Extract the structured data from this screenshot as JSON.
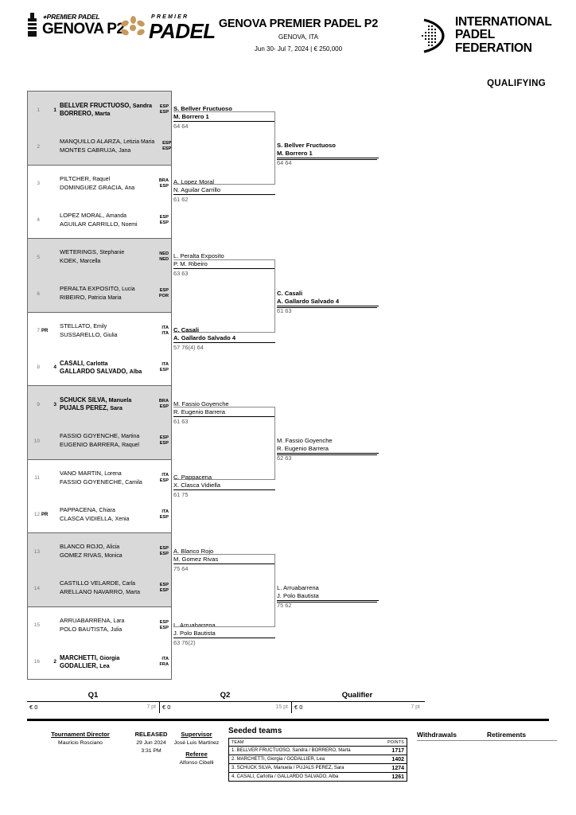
{
  "header": {
    "genova_logo_small": "PREMIER PADEL",
    "genova_logo_big": "GENOVA P2",
    "premier_word": "PREMIER",
    "padel_word": "PADEL",
    "event_title": "GENOVA PREMIER PADEL P2",
    "event_city": "GENOVA, ITA",
    "event_dates": "Jun 30- Jul 7, 2024  |  € 250,000",
    "ipf_line1": "INTERNATIONAL",
    "ipf_line2": "PADEL",
    "ipf_line3": "FEDERATION",
    "qualifying_label": "QUALIFYING"
  },
  "q1_entries": [
    {
      "no": "1",
      "pr": "",
      "seed": "1",
      "p1_last": "BELLVER FRUCTUOSO,",
      "p1_first": "Sandra",
      "p2_last": "BORRERO,",
      "p2_first": "Marta",
      "c1": "ESP",
      "c2": "ESP",
      "bold": true
    },
    {
      "no": "2",
      "pr": "",
      "seed": "",
      "p1_last": "MANQUILLO ALARZA,",
      "p1_first": "Letizia Maria",
      "p2_last": "MONTES CABRUJA,",
      "p2_first": "Jana",
      "c1": "ESP",
      "c2": "ESP",
      "bold": false
    },
    {
      "no": "3",
      "pr": "",
      "seed": "",
      "p1_last": "PILTCHER,",
      "p1_first": "Raquel",
      "p2_last": "DOMINGUEZ GRACIA,",
      "p2_first": "Ana",
      "c1": "BRA",
      "c2": "ESP",
      "bold": false
    },
    {
      "no": "4",
      "pr": "",
      "seed": "",
      "p1_last": "LOPEZ MORAL,",
      "p1_first": "Amanda",
      "p2_last": "AGUILAR CARRILLO,",
      "p2_first": "Noemi",
      "c1": "ESP",
      "c2": "ESP",
      "bold": false
    },
    {
      "no": "5",
      "pr": "",
      "seed": "",
      "p1_last": "WETERINGS,",
      "p1_first": "Stephanie",
      "p2_last": "KOEK,",
      "p2_first": "Marcella",
      "c1": "NED",
      "c2": "NED",
      "bold": false
    },
    {
      "no": "6",
      "pr": "",
      "seed": "",
      "p1_last": "PERALTA EXPOSITO,",
      "p1_first": "Lucia",
      "p2_last": "RIBEIRO,",
      "p2_first": "Patricia Maria",
      "c1": "ESP",
      "c2": "POR",
      "bold": false
    },
    {
      "no": "7",
      "pr": "PR",
      "seed": "",
      "p1_last": "STELLATO,",
      "p1_first": "Emily",
      "p2_last": "SUSSARELLO,",
      "p2_first": "Giulia",
      "c1": "ITA",
      "c2": "ITA",
      "bold": false
    },
    {
      "no": "8",
      "pr": "",
      "seed": "4",
      "p1_last": "CASALI,",
      "p1_first": "Carlotta",
      "p2_last": "GALLARDO SALVADO,",
      "p2_first": "Alba",
      "c1": "ITA",
      "c2": "ESP",
      "bold": true
    },
    {
      "no": "9",
      "pr": "",
      "seed": "3",
      "p1_last": "SCHUCK SILVA,",
      "p1_first": "Manuela",
      "p2_last": "PUJALS PEREZ,",
      "p2_first": "Sara",
      "c1": "BRA",
      "c2": "ESP",
      "bold": true
    },
    {
      "no": "10",
      "pr": "",
      "seed": "",
      "p1_last": "FASSIO GOYENCHE,",
      "p1_first": "Martina",
      "p2_last": "EUGENIO BARRERA,",
      "p2_first": "Raquel",
      "c1": "ESP",
      "c2": "ESP",
      "bold": false
    },
    {
      "no": "11",
      "pr": "",
      "seed": "",
      "p1_last": "VANO MARTIN,",
      "p1_first": "Lorena",
      "p2_last": "FASSIO GOYENECHE,",
      "p2_first": "Camila",
      "c1": "ITA",
      "c2": "ESP",
      "bold": false
    },
    {
      "no": "12",
      "pr": "PR",
      "seed": "",
      "p1_last": "PAPPACENA,",
      "p1_first": "Chiara",
      "p2_last": "CLASCA VIDIELLA,",
      "p2_first": "Xenia",
      "c1": "ITA",
      "c2": "ESP",
      "bold": false
    },
    {
      "no": "13",
      "pr": "",
      "seed": "",
      "p1_last": "BLANCO ROJO,",
      "p1_first": "Alicia",
      "p2_last": "GOMEZ RIVAS,",
      "p2_first": "Monica",
      "c1": "ESP",
      "c2": "ESP",
      "bold": false
    },
    {
      "no": "14",
      "pr": "",
      "seed": "",
      "p1_last": "CASTILLO VELARDE,",
      "p1_first": "Carla",
      "p2_last": "ARELLANO NAVARRO,",
      "p2_first": "Marta",
      "c1": "ESP",
      "c2": "ESP",
      "bold": false
    },
    {
      "no": "15",
      "pr": "",
      "seed": "",
      "p1_last": "ARRUABARRENA,",
      "p1_first": "Lara",
      "p2_last": "POLO BAUTISTA,",
      "p2_first": "Julia",
      "c1": "ESP",
      "c2": "ESP",
      "bold": false
    },
    {
      "no": "16",
      "pr": "",
      "seed": "2",
      "p1_last": "MARCHETTI,",
      "p1_first": "Giorgia",
      "p2_last": "GODALLIER,",
      "p2_first": "Lea",
      "c1": "ITA",
      "c2": "FRA",
      "bold": true
    }
  ],
  "q2_results": [
    {
      "line1": "S. Bellver Fructuoso",
      "line2": "M. Borrero  1",
      "score": "64 64",
      "bold": true
    },
    {
      "line1": "A. Lopez Moral",
      "line2": "N. Aguilar Carrillo",
      "score": "61 62",
      "bold": false
    },
    {
      "line1": "L. Peralta Exposito",
      "line2": "P. M. Ribeiro",
      "score": "63 63",
      "bold": false
    },
    {
      "line1": "C. Casali",
      "line2": "A. Gallardo Salvado  4",
      "score": "57 76(4) 64",
      "bold": true
    },
    {
      "line1": "M. Fassio Goyenche",
      "line2": "R. Eugenio Barrera",
      "score": "61 63",
      "bold": false
    },
    {
      "line1": "C. Pappacena",
      "line2": "X. Clasca Vidiella",
      "score": "61 75",
      "bold": false
    },
    {
      "line1": "A. Blanco Rojo",
      "line2": "M. Gomez Rivas",
      "score": "75 64",
      "bold": false
    },
    {
      "line1": "L. Arruabarrena",
      "line2": "J. Polo Bautista",
      "score": "63 76(2)",
      "bold": false
    }
  ],
  "qualifier_results": [
    {
      "line1": "S. Bellver Fructuoso",
      "line2": "M. Borrero  1",
      "score": "64 64",
      "bold": true
    },
    {
      "line1": "C. Casali",
      "line2": "A. Gallardo Salvado  4",
      "score": "61 63",
      "bold": true
    },
    {
      "line1": "M. Fassio Goyenche",
      "line2": "R. Eugenio Barrera",
      "score": "62 63",
      "bold": false
    },
    {
      "line1": "L. Arruabarrena",
      "line2": "J. Polo Bautista",
      "score": "75 62",
      "bold": false
    }
  ],
  "points_table": {
    "columns": [
      {
        "header": "Q1",
        "money": "€ 0",
        "points": "7 pt"
      },
      {
        "header": "Q2",
        "money": "€ 0",
        "points": "15 pt"
      },
      {
        "header": "Qualifier",
        "money": "€ 0",
        "points": "7 pt"
      }
    ]
  },
  "footer": {
    "tournament_director_label": "Tournament Director",
    "tournament_director_name": "Mauricio Rosciano",
    "released_label": "RELEASED",
    "released_date": "29 Jun 2024",
    "released_time": "3:31 PM",
    "supervisor_label": "Supervisor",
    "supervisor_name": "José Luis Martinez",
    "referee_label": "Referee",
    "referee_name": "Alfonso Cibelli",
    "withdrawals_label": "Withdrawals",
    "retirements_label": "Retirements"
  },
  "seeded": {
    "title": "Seeded teams",
    "col_team": "TEAM",
    "col_points": "POINTS",
    "rows": [
      {
        "rank": "1.",
        "team": "BELLVER FRUCTUOSO, Sandra / BORRERO, Marta",
        "points": "1717"
      },
      {
        "rank": "2.",
        "team": "MARCHETTI, Giorgia / GODALLIER, Lea",
        "points": "1402"
      },
      {
        "rank": "3.",
        "team": "SCHUCK SILVA, Manuela / PUJALS PEREZ, Sara",
        "points": "1274"
      },
      {
        "rank": "4.",
        "team": "CASALI, Carlotta / GALLARDO SALVADO, Alba",
        "points": "1261"
      }
    ]
  }
}
